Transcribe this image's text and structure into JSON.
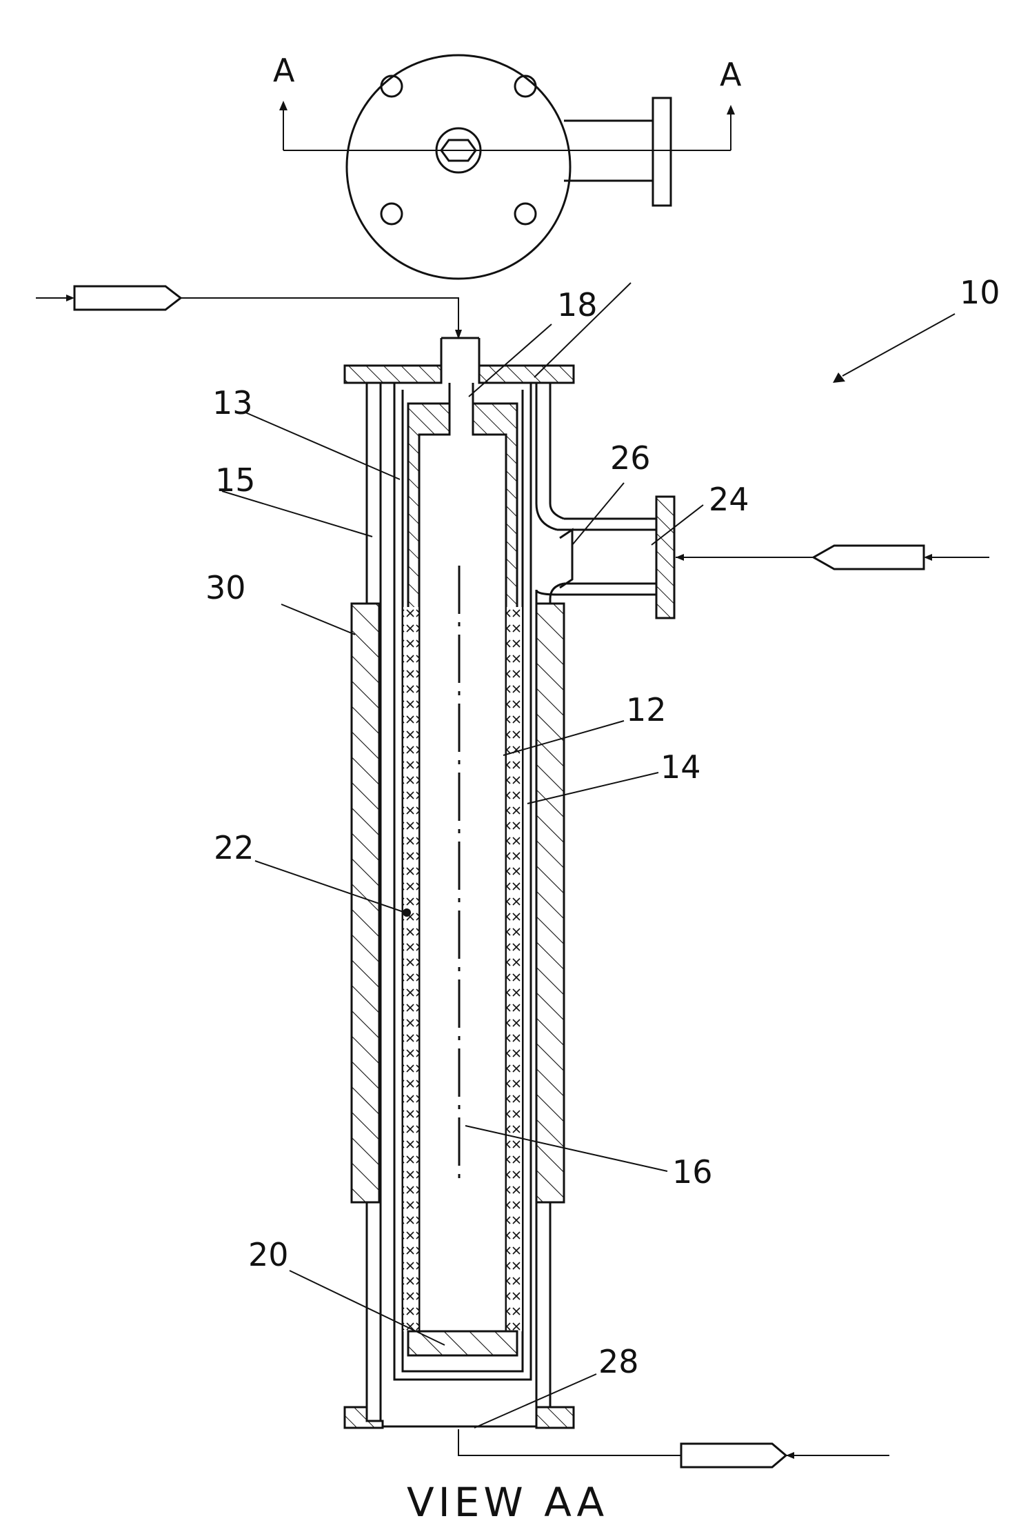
{
  "figure": {
    "view_title": "VIEW AA",
    "section_marks": {
      "left": "A",
      "right": "A"
    }
  },
  "reference_labels": {
    "assembly": "10",
    "inner_vessel": "12",
    "inner_wall": "13",
    "annulus": "14",
    "outer_wall": "15",
    "axis": "16",
    "top_port": "18",
    "bottom_cap": "20",
    "sensor_point": "22",
    "side_inlet": "24",
    "side_baffle": "26",
    "bottom_outlet": "28",
    "heater_jacket": "30"
  },
  "colors": {
    "ink": "#111111",
    "paper": "#ffffff"
  }
}
